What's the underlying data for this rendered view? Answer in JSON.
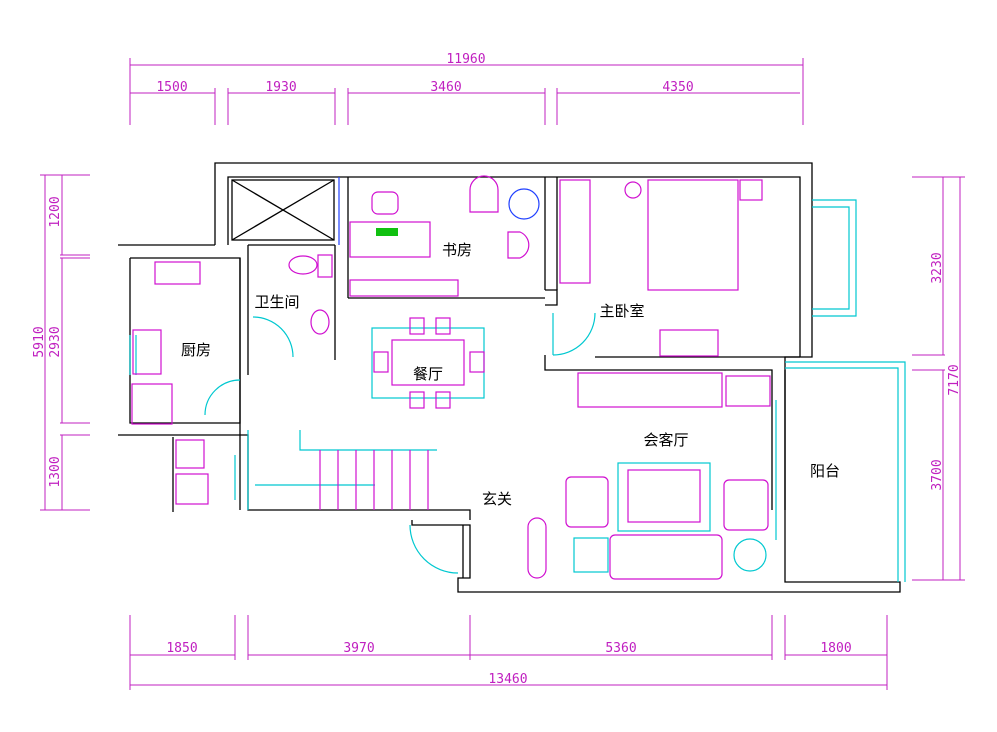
{
  "title": "Floor plan",
  "rooms": {
    "study": "书房",
    "master_bedroom": "主卧室",
    "bathroom": "卫生间",
    "kitchen": "厨房",
    "dining": "餐厅",
    "living": "会客厅",
    "balcony": "阳台",
    "foyer": "玄关"
  },
  "dimensions": {
    "top_total": "11960",
    "top": [
      "1500",
      "1930",
      "3460",
      "4350"
    ],
    "bottom": [
      "1850",
      "3970",
      "5360",
      "1800"
    ],
    "bottom_total": "13460",
    "left": [
      "1200",
      "2930",
      "1300"
    ],
    "left_total": "5910",
    "right": [
      "3230",
      "3700"
    ],
    "right_total": "7170"
  },
  "colors": {
    "dimension": "#c020c0",
    "furniture": "#d010d0",
    "window": "#00c8d0",
    "wall": "#000000"
  }
}
